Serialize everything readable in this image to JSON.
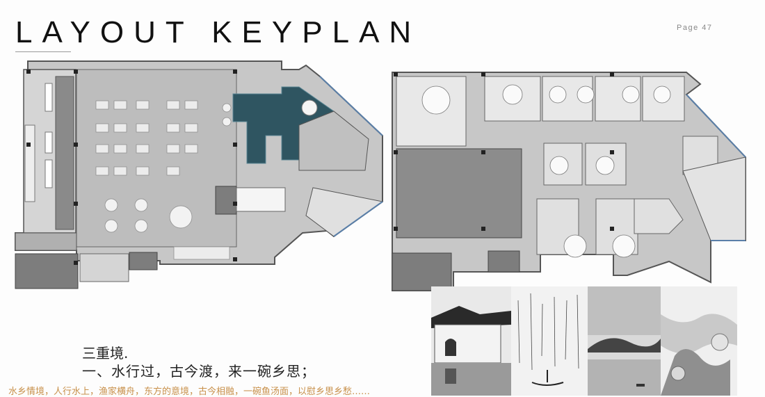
{
  "header": {
    "title": "LAYOUT KEYPLAN",
    "page_label": "Page 47"
  },
  "text_block": {
    "title": "三重境.",
    "subtitle": "一、水行过，古今渡，来一碗乡思；",
    "description": "水乡情境，人行水上，渔家横舟，东方的意境，古今相融，一碗鱼汤面，以慰乡思乡愁……"
  },
  "colors": {
    "accent_text": "#c8904a",
    "title_text": "#111111",
    "room_fill": "#bcbcbc",
    "dark_room": "#7d7d7d",
    "water": "#2f5561",
    "window_line": "#5a7fa8"
  },
  "plans": [
    "left-floor-plan",
    "right-floor-plan"
  ],
  "photo_strip": [
    "village-reflection",
    "reeds-boat",
    "misty-river",
    "ink-ice"
  ]
}
